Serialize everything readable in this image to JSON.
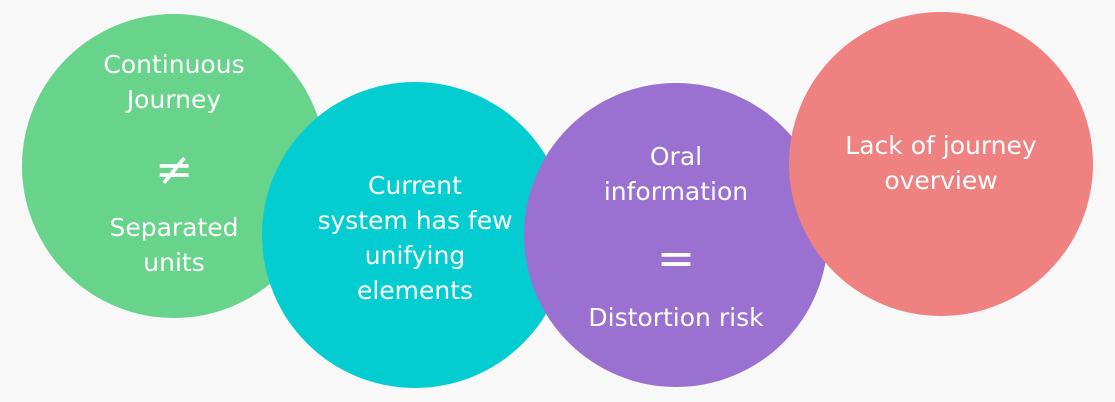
{
  "circles": [
    {
      "color": "#67d38b",
      "top_text": "Continuous\nJourney",
      "symbol": "≠",
      "bottom_text": "Separated\nunits"
    },
    {
      "color": "#04cdd2",
      "text": "Current\nsystem has few\nunifying\nelements"
    },
    {
      "color": "#9a70d0",
      "top_text": "Oral\ninformation",
      "symbol": "=",
      "bottom_text": "Distortion risk"
    },
    {
      "color": "#f08181",
      "text": "Lack of journey\noverview"
    }
  ]
}
